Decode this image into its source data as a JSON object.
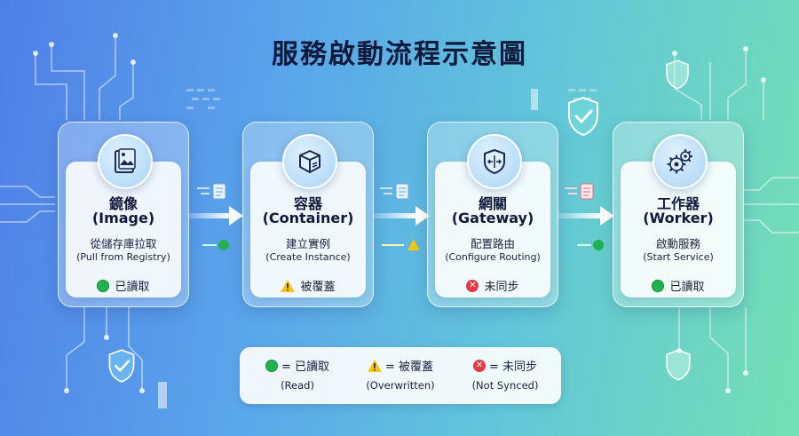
{
  "title": "服務啟動流程示意圖",
  "stages": [
    {
      "name": "鏡像",
      "name_en": "(Image)",
      "action": "從儲存庫拉取",
      "action_en": "(Pull from Registry)",
      "status": "已讀取",
      "status_type": "read",
      "icon": "image-icon"
    },
    {
      "name": "容器",
      "name_en": "(Container)",
      "action": "建立實例",
      "action_en": "(Create Instance)",
      "status": "被覆蓋",
      "status_type": "overwritten",
      "icon": "box-icon"
    },
    {
      "name": "網關",
      "name_en": "(Gateway)",
      "action": "配置路由",
      "action_en": "(Configure Routing)",
      "status": "未同步",
      "status_type": "not-synced",
      "icon": "gateway-shield-icon"
    },
    {
      "name": "工作器",
      "name_en": "(Worker)",
      "action": "啟動服務",
      "action_en": "(Start Service)",
      "status": "已讀取",
      "status_type": "read",
      "icon": "gears-icon"
    }
  ],
  "legend": [
    {
      "label": "= 已讀取",
      "label_en": "(Read)",
      "type": "read"
    },
    {
      "label": "= 被覆蓋",
      "label_en": "(Overwritten)",
      "type": "overwritten"
    },
    {
      "label": "= 未同步",
      "label_en": "(Not Synced)",
      "type": "not-synced"
    }
  ],
  "colors": {
    "read": "#22b14c",
    "overwritten": "#f5c518",
    "not_synced": "#e53a44",
    "ink": "#0f1a3c"
  }
}
